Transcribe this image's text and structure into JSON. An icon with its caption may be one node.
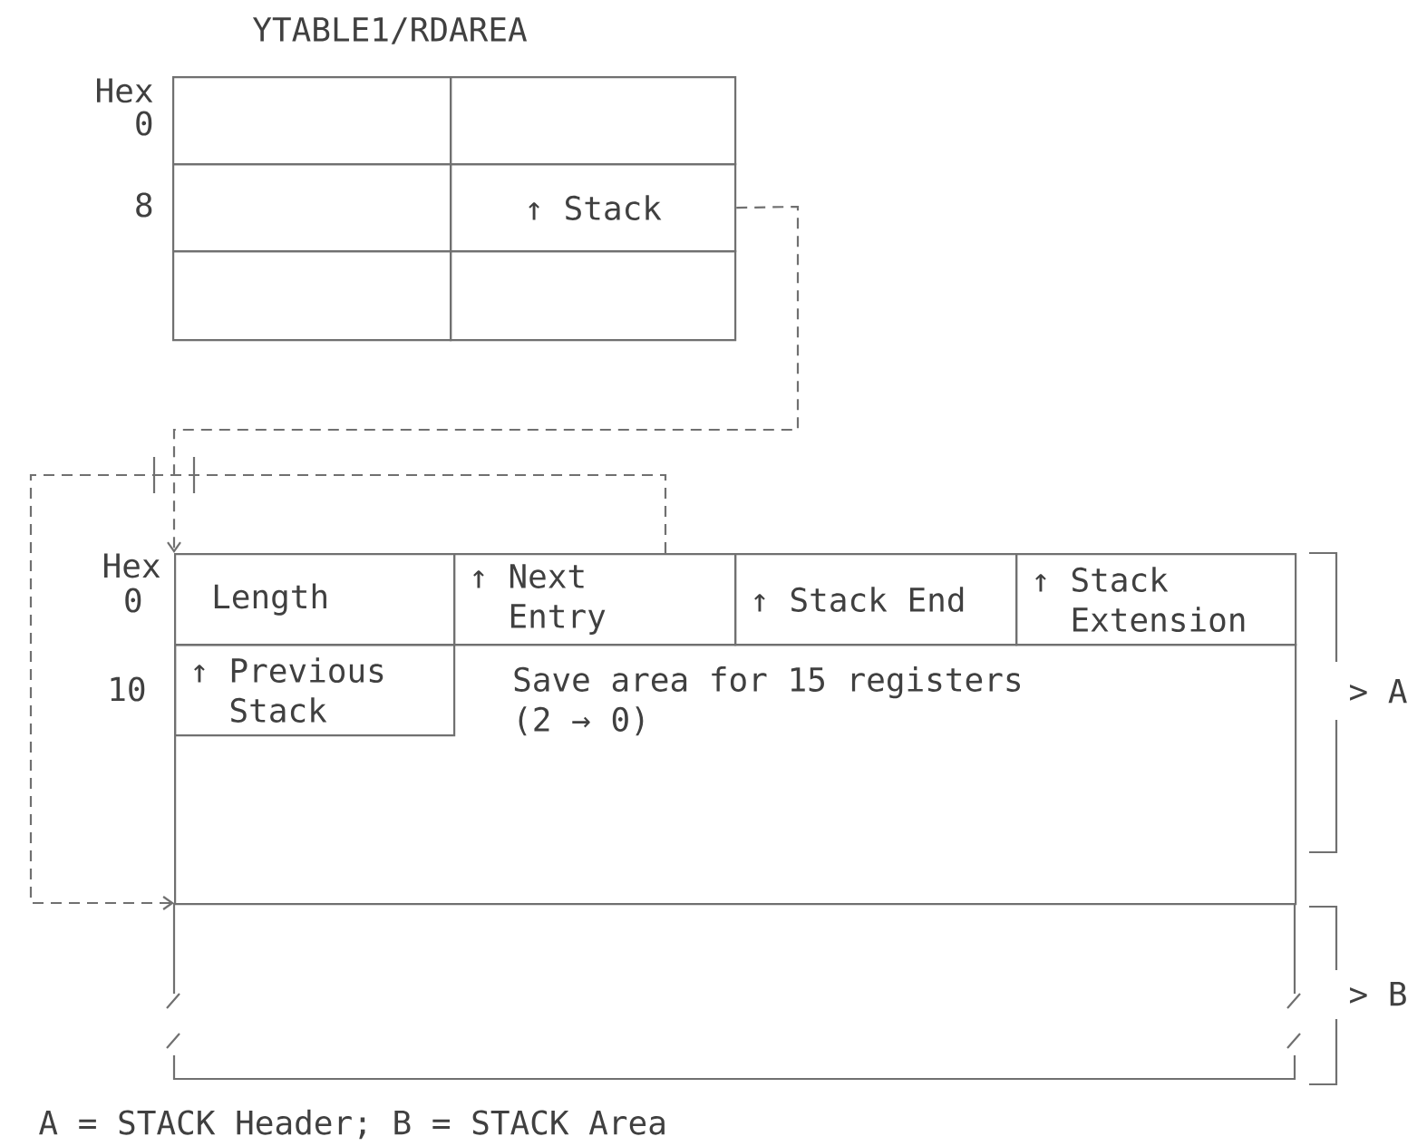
{
  "diagram": {
    "caption": "A = STACK Header; B = STACK Area",
    "nodes": [
      {
        "text": [],
        "shape": "box"
      },
      {
        "text": [],
        "shape": "box"
      },
      {
        "text": [],
        "shape": "box"
      },
      {
        "text": [
          "↑ Stack"
        ]
      },
      {
        "text": [],
        "shape": "box"
      },
      {
        "text": [],
        "shape": "box"
      },
      {
        "text": [
          "Length"
        ]
      },
      {
        "text": [
          "↑ Next Entry"
        ]
      },
      {
        "text": [
          "↑ Stack End"
        ]
      },
      {
        "text": [
          "↑ Stack Extension"
        ]
      },
      {
        "text": [
          "Save area for 15 registers (2 → 0)"
        ]
      },
      {
        "text": [
          "↑ Previous Stack"
        ],
        "in": 10
      },
      {
        "text": [],
        "shape": "box"
      }
    ],
    "edges": [
      {
        "from": 3,
        "to": 6,
        "arrow": "to",
        "style": "dashed"
      },
      {
        "from": 7,
        "to": 12,
        "arrow": "to",
        "style": "dashed"
      }
    ],
    "labels": [
      "YTABLE1/RDAREA",
      "Hex",
      "0",
      "8",
      "Hex",
      "0",
      "10",
      "> A",
      "> B"
    ]
  }
}
